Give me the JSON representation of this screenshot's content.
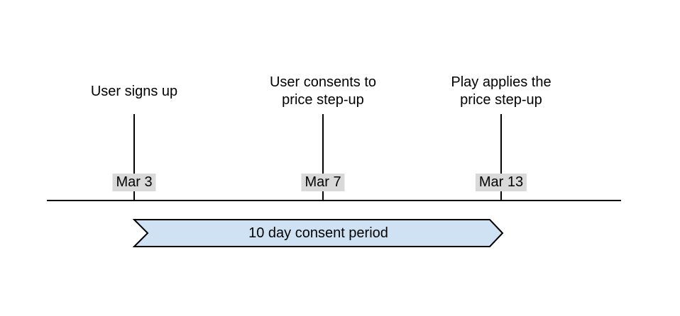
{
  "diagram": {
    "type": "timeline",
    "events": [
      {
        "title": "User signs up",
        "date": "Mar 3"
      },
      {
        "title": "User consents to\nprice step-up",
        "date": "Mar 7"
      },
      {
        "title": "Play applies the\nprice step-up",
        "date": "Mar 13"
      }
    ],
    "period_band": {
      "label": "10 day consent period",
      "fill": "#cfe2f3",
      "border_color": "#000000",
      "spans_from": "Mar 3",
      "spans_to": "Mar 13"
    },
    "colors": {
      "background": "#ffffff",
      "line": "#000000",
      "text": "#000000",
      "date_badge_bg": "#d9d9d9"
    }
  }
}
